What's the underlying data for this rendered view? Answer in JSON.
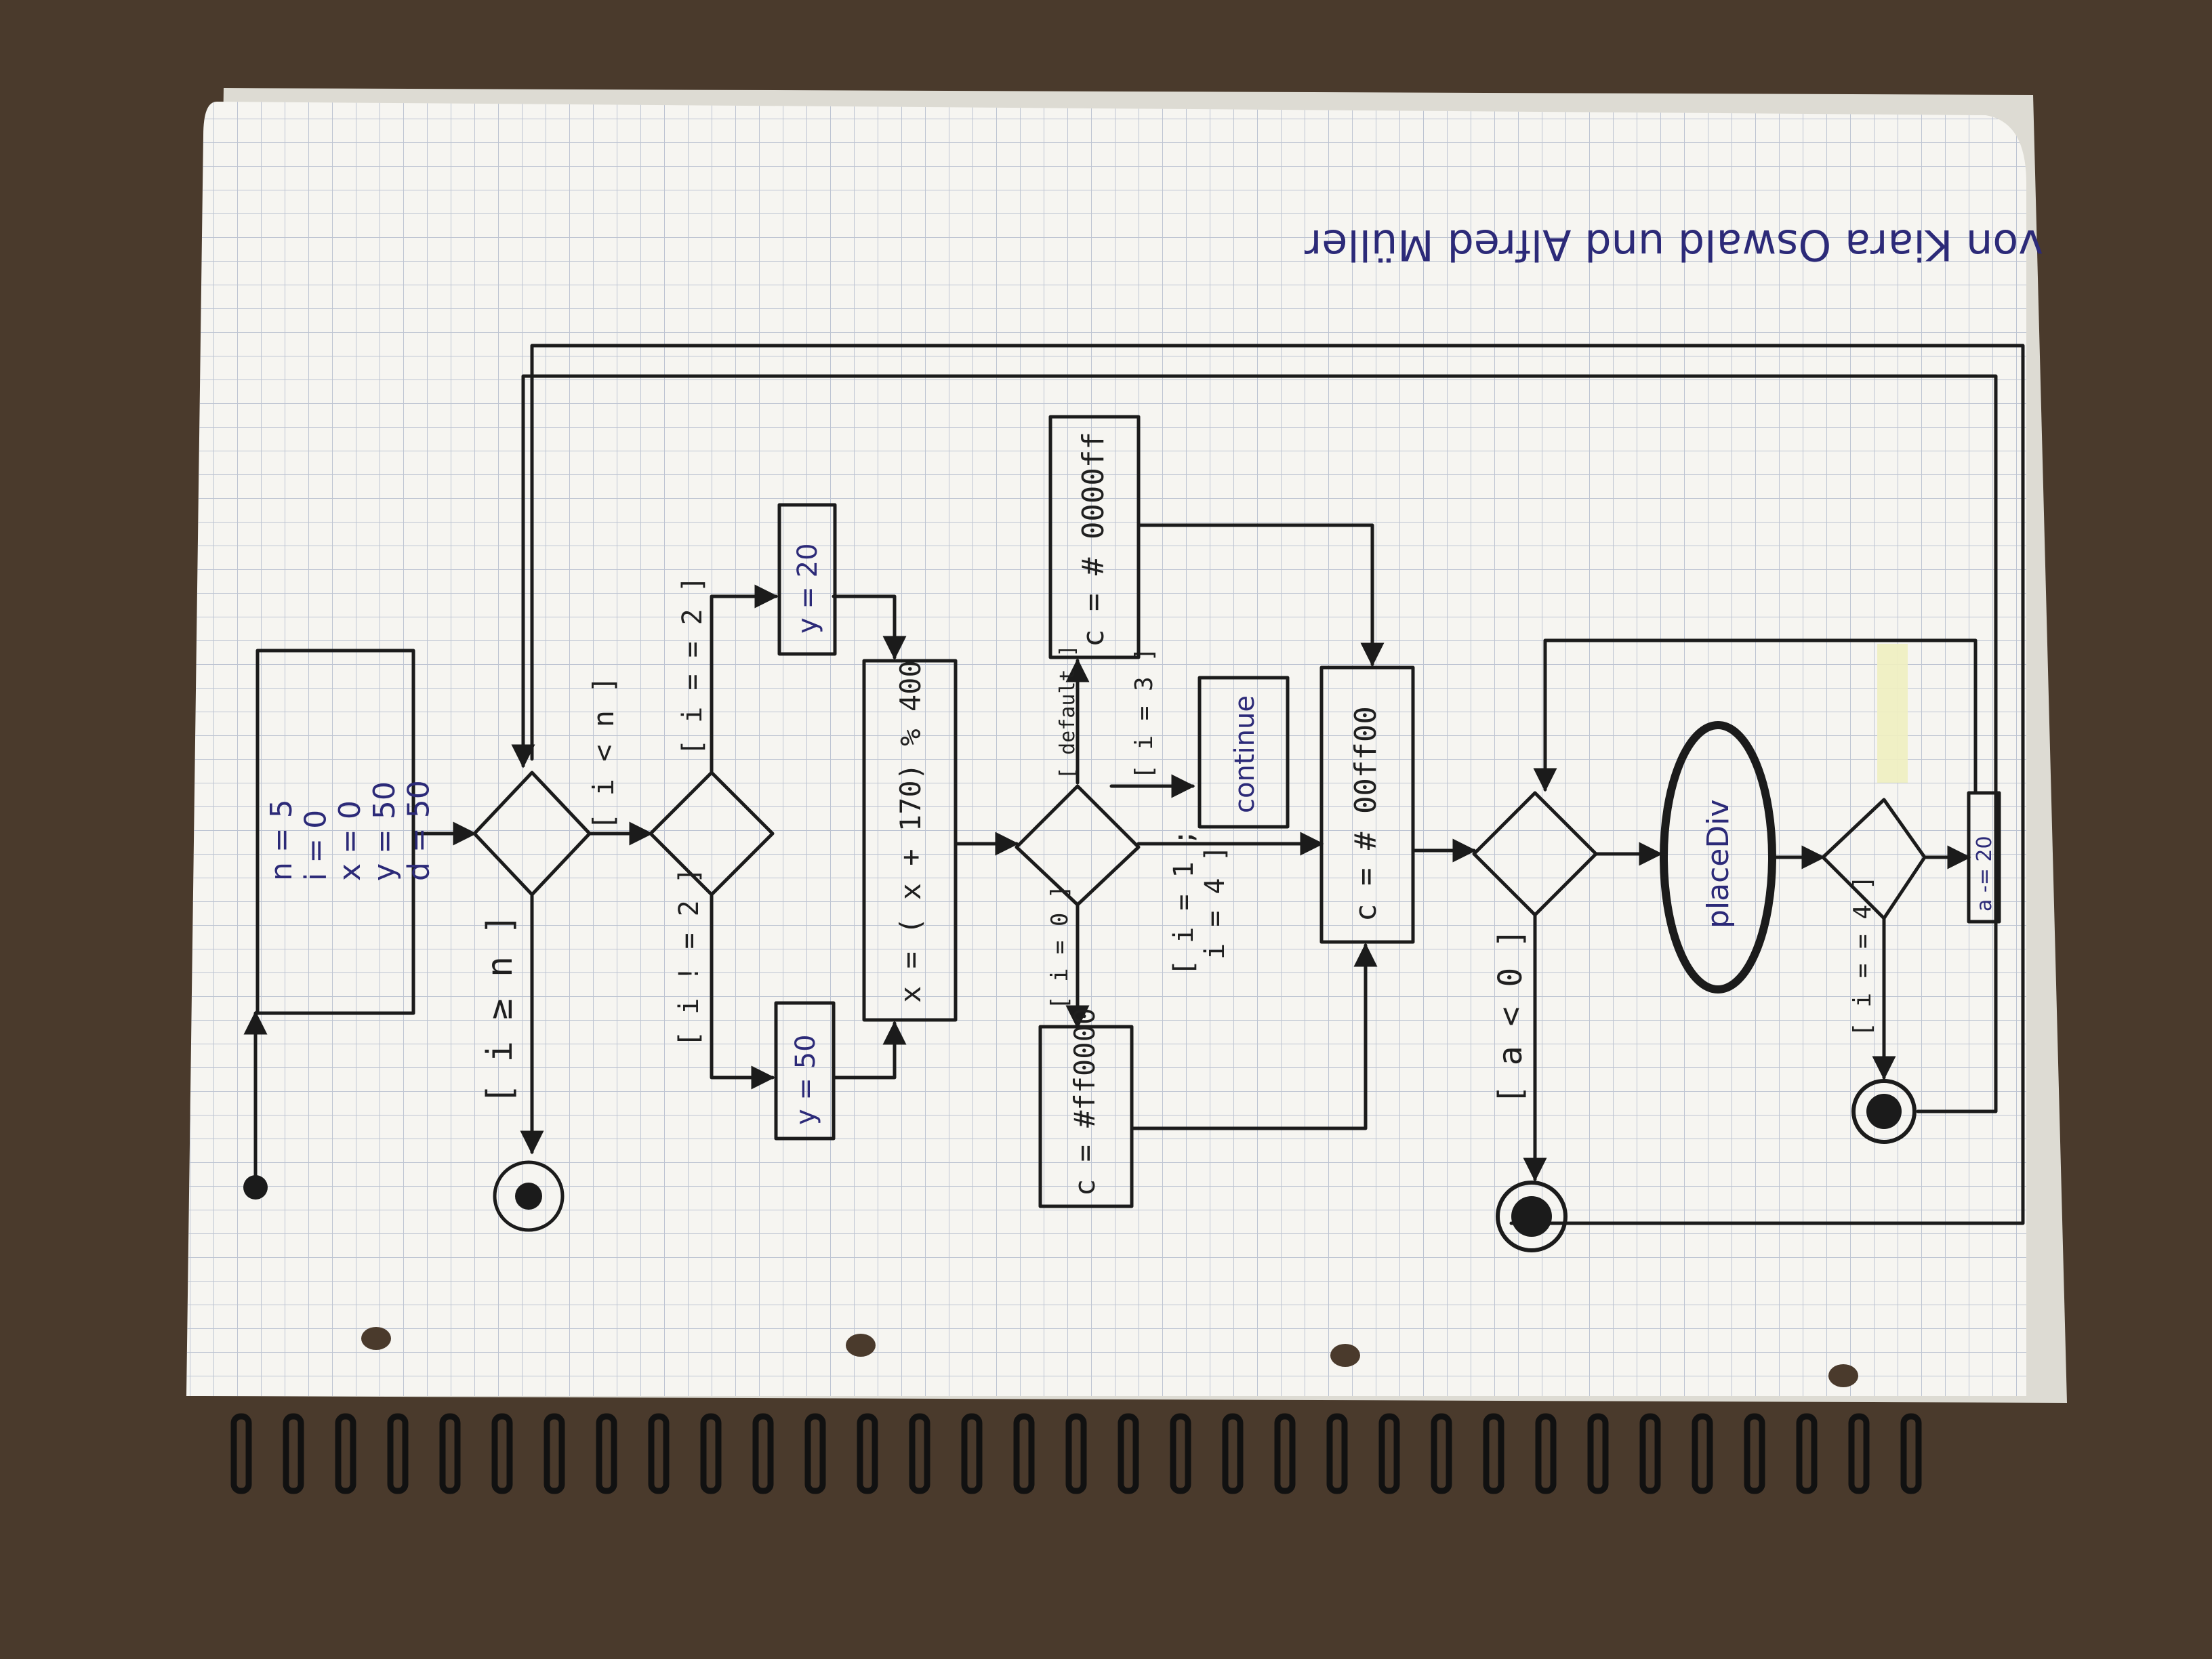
{
  "colors": {
    "desk": "#4a3a2c",
    "paper": "#f6f5f1",
    "grid": "#aab4c8",
    "ink_blue": "#2c2a78",
    "pen_black": "#1b1b1b",
    "tape": "#efefc0"
  },
  "authors": "von Kiara Oswald und Alfred Müller",
  "actions": {
    "init": "n = 5\ni = 0\nx = 0\ny = 50\nd = 50",
    "y_top": "y = 20",
    "y_bottom": "y = 50",
    "x_update": "x = ( x + 170) % 400",
    "c_blue": "c = # 0000ff",
    "c_red": "c = #ff0000",
    "continue": "continue",
    "c_green": "c = # 00ff00",
    "place_div": "placeDiv",
    "a_update": "a -= 20"
  },
  "guards": {
    "i_lt_n": "[ i < n ]",
    "i_ge_n": "[ i ≥ n ]",
    "i_eq_2": "[ i = = 2 ]",
    "i_ne_2": "[ i ! = 2 ]",
    "default": "[ default ]",
    "i_eq_3": "[ i = 3 ]",
    "i_eq_0": "[ i = 0 ]",
    "i_eq_1_4": "[ i = 1 ;\n  i = 4 ]",
    "a_lt_0": "[ a < 0 ]",
    "i_eq_4": "[ i = = 4 ]"
  }
}
